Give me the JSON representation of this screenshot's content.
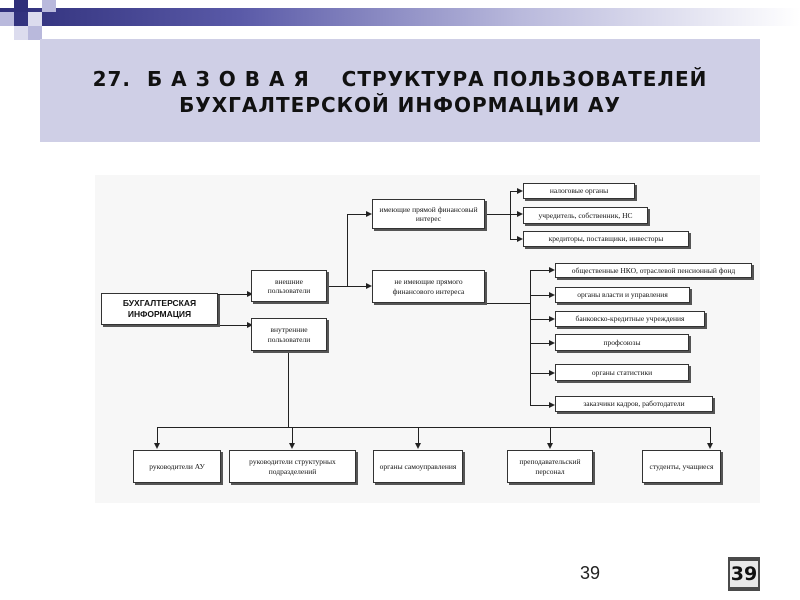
{
  "slide": {
    "title_line1": "27.  Б А З О В А Я    СТРУКТУРА ПОЛЬЗОВАТЕЛЕЙ",
    "title_line2": "БУХГАЛТЕРСКОЙ ИНФОРМАЦИИ АУ",
    "page_number": "39",
    "page_badge": "39"
  },
  "diagram": {
    "root": "БУХГАЛТЕРСКАЯ ИНФОРМАЦИЯ",
    "external_users": "внешние пользователи",
    "internal_users": "внутренние пользователи",
    "with_interest": "имеющие прямой финансовый интерес",
    "without_interest": "не имеющие прямого финансового интереса",
    "with_interest_items": [
      "налоговые органы",
      "учредитель, собственник, НС",
      "кредиторы, поставщики, инвесторы"
    ],
    "without_interest_items": [
      "общественные НКО, отраслевой пенсионный фонд",
      "органы власти и управления",
      "банковско-кредитные учреждения",
      "профсоюзы",
      "органы статистики",
      "заказчики кадров, работодатели"
    ],
    "internal_items": [
      "руководители АУ",
      "руководители структурных подразделений",
      "органы самоуправления",
      "преподавательский персонал",
      "студенты, учащиеся"
    ]
  },
  "colors": {
    "title_box": "#cfcfe6",
    "bar_dark": "#2f2f7a",
    "badge": "#4a4a4a"
  }
}
